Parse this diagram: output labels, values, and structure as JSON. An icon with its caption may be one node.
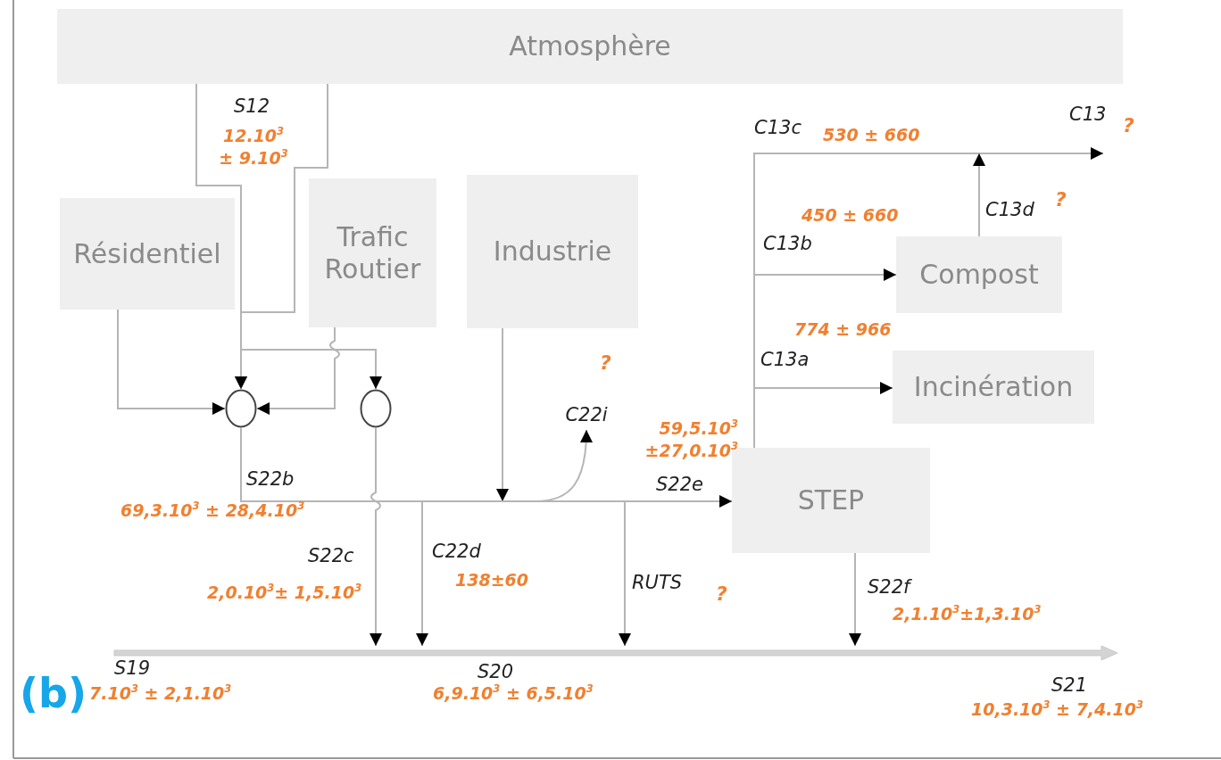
{
  "diagram": {
    "nodes": [
      {
        "text": [
          "Atmosphère"
        ]
      },
      {
        "text": [
          "Résidentiel"
        ]
      },
      {
        "text": [
          "Trafic Routier"
        ]
      },
      {
        "text": [
          "Industrie"
        ]
      },
      {
        "text": [
          "Compost"
        ]
      },
      {
        "text": [
          "Incinération"
        ]
      },
      {
        "text": [
          "STEP"
        ]
      },
      {
        "text": [],
        "shape": "circle"
      },
      {
        "text": [],
        "shape": "circle"
      },
      {
        "text": [],
        "shape": "bar"
      },
      {
        "text": [
          "C22i"
        ],
        "beside": [
          "?"
        ]
      }
    ],
    "edges": [
      {
        "from": 0,
        "to": 7,
        "arrow": "to"
      },
      {
        "from": 0,
        "to": 7,
        "arrow": "to"
      },
      {
        "from": 0,
        "to": 8,
        "arrow": "to"
      },
      {
        "from": 1,
        "to": 7,
        "arrow": "to"
      },
      {
        "from": 2,
        "to": 7,
        "arrow": "to"
      },
      {
        "from": 7,
        "to": 6,
        "arrow": "to"
      },
      {
        "from": 8,
        "to": 9,
        "arrow": "to"
      },
      {
        "from": 7,
        "to": 9,
        "arrow": "to"
      },
      {
        "from": 3,
        "to": null,
        "arrow": "to"
      },
      {
        "from": null,
        "to": 10,
        "arrow": "to"
      },
      {
        "from": 7,
        "to": 9,
        "arrow": "to"
      },
      {
        "from": 6,
        "to": 9,
        "arrow": "to"
      },
      {
        "from": 6,
        "to": null,
        "arrow": "to"
      },
      {
        "from": 6,
        "to": 4,
        "arrow": "to"
      },
      {
        "from": 6,
        "to": 5,
        "arrow": "to"
      },
      {
        "from": 4,
        "to": null,
        "arrow": "to"
      }
    ],
    "labels": [
      "S12",
      "12.10$^{3}$ ± 9.10$^{3}$",
      "S22b",
      "69,3.10$^{3}$ ± 28,4.10$^{3}$",
      "S22c",
      "2,0.10$^{3}$± 1,5.10$^{3}$",
      "C22d",
      "138±60",
      "59,5.10$^{3}$ ±27,0.10$^{3}$",
      "S22e",
      "RUTS",
      "?",
      "S22f",
      "2,1.10$^{3}$±1,3.10$^{3}$",
      "S19",
      "(b)",
      "7.10$^{3}$ ± 2,1.10$^{3}$",
      "S20",
      "6,9.10$^{3}$ ± 6,5.10$^{3}$",
      "S21",
      "10,3.10$^{3}$ ± 7,4.10$^{3}$",
      "C13c",
      "530 ± 660",
      "C13",
      "?",
      "450 ± 660",
      "C13b",
      "C13d",
      "?",
      "774 ± 966",
      "C13a"
    ]
  }
}
